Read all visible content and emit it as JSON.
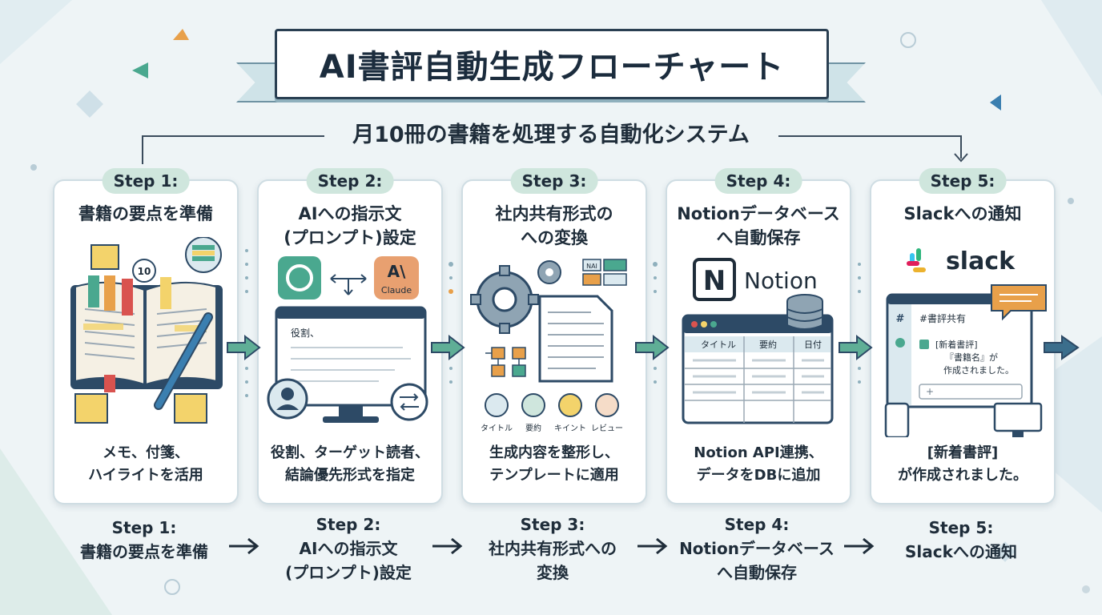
{
  "title": "AI書評自動生成フローチャート",
  "subtitle": "月10冊の書籍を処理する自動化システム",
  "steps": [
    {
      "badge": "Step 1:",
      "title": [
        "書籍の要点を準備"
      ],
      "desc": [
        "メモ、付箋、",
        "ハイライトを活用"
      ],
      "illus": {
        "count_badge": "10"
      }
    },
    {
      "badge": "Step 2:",
      "title": [
        "AIへの指示文",
        "(プロンプト)設定"
      ],
      "desc": [
        "役割、ターゲット読者、",
        "結論優先形式を指定"
      ],
      "illus": {
        "claude_label": "Claude",
        "screen_text": "役割、"
      }
    },
    {
      "badge": "Step 3:",
      "title": [
        "社内共有形式の",
        "への変換"
      ],
      "desc": [
        "生成内容を整形し、",
        "テンプレートに適用"
      ],
      "illus": {
        "icon_labels": [
          "タイトル",
          "要約",
          "キイント",
          "レビュー"
        ],
        "tag": "NAI"
      }
    },
    {
      "badge": "Step 4:",
      "title": [
        "Notionデータベース",
        "へ自動保存"
      ],
      "desc": [
        "Notion API連携、",
        "データをDBに追加"
      ],
      "illus": {
        "brand": "Notion",
        "columns": [
          "タイトル",
          "要約",
          "日付"
        ]
      }
    },
    {
      "badge": "Step 5:",
      "title": [
        "Slackへの通知"
      ],
      "desc": [
        "[新着書評]",
        "が作成されました。"
      ],
      "illus": {
        "brand": "slack",
        "channel": "#書評共有",
        "msg": [
          "[新着書評]",
          "『書籍名』が",
          "作成されました。"
        ],
        "input_plus": "+"
      }
    }
  ],
  "bottom": [
    [
      "Step 1:",
      "書籍の要点を準備"
    ],
    [
      "Step 2:",
      "AIへの指示文",
      "(プロンプト)設定"
    ],
    [
      "Step 3:",
      "社内共有形式への",
      "変換"
    ],
    [
      "Step 4:",
      "Notionデータベース",
      "へ自動保存"
    ],
    [
      "Step 5:",
      "Slackへの通知"
    ]
  ],
  "colors": {
    "accent": "#4aa88f",
    "badge": "#cfe6dd",
    "dark": "#1f2d3a",
    "arrow": "#5fae96"
  }
}
